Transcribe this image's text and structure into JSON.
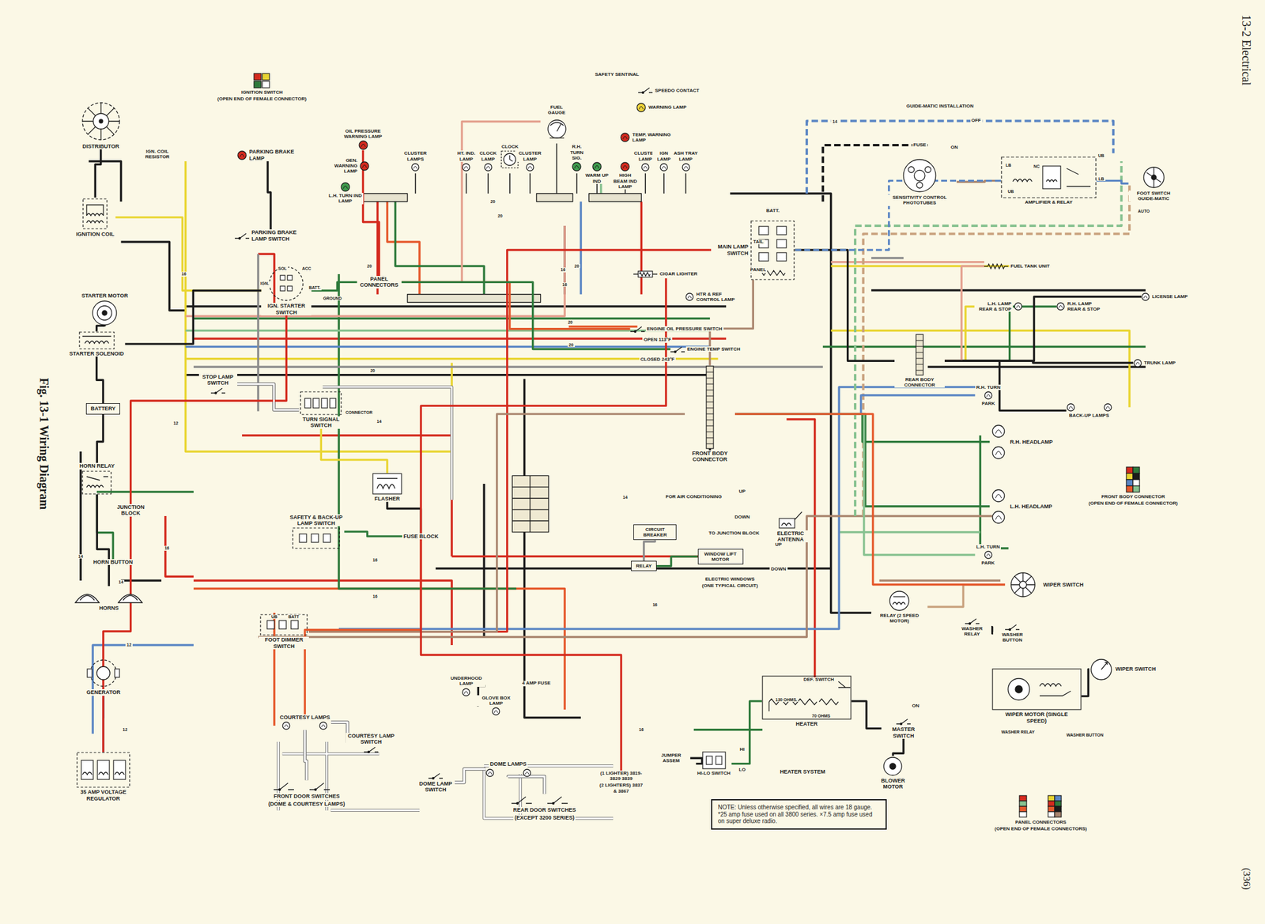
{
  "diagram": {
    "caption": "Fig. 13-1 Wiring Diagram",
    "nodes": [
      {
        "text": [
          "DISTRIBUTOR"
        ]
      },
      {
        "text": [
          "IGNITION COIL"
        ]
      },
      {
        "text": [
          "STARTER MOTOR"
        ]
      },
      {
        "text": [
          "STARTER SOLENOID"
        ]
      },
      {
        "text": [
          "BATTERY"
        ]
      },
      {
        "text": [
          "HORN RELAY"
        ]
      },
      {
        "text": [
          "JUNCTION BLOCK"
        ]
      },
      {
        "text": [
          "HORN BUTTON"
        ]
      },
      {
        "text": [
          "HORNS"
        ]
      },
      {
        "text": [
          "GENERATOR"
        ]
      },
      {
        "text": [
          "35 AMP VOLTAGE REGULATOR"
        ]
      },
      {
        "text": [
          "IGNITION SWITCH",
          "(OPEN END OF FEMALE CONNECTOR)"
        ]
      },
      {
        "text": [
          "PARKING BRAKE LAMP"
        ]
      },
      {
        "text": [
          "PARKING BRAKE LAMP SWITCH"
        ]
      },
      {
        "text": [
          "IGN. STARTER SWITCH"
        ]
      },
      {
        "text": [
          "STOP LAMP SWITCH"
        ]
      },
      {
        "text": [
          "TURN SIGNAL SWITCH"
        ]
      },
      {
        "text": [
          "SAFETY & BACK-UP LAMP SWITCH"
        ]
      },
      {
        "text": [
          "FOOT DIMMER SWITCH"
        ]
      },
      {
        "text": [
          "PANEL CONNECTORS"
        ]
      },
      {
        "text": [
          "FLASHER"
        ]
      },
      {
        "text": [
          "FUSE BLOCK"
        ]
      },
      {
        "text": [
          "OIL PRESSURE WARNING LAMP"
        ]
      },
      {
        "text": [
          "GEN. WARNING LAMP"
        ]
      },
      {
        "text": [
          "L.H. TURN IND LAMP"
        ]
      },
      {
        "text": [
          "CLUSTER LAMPS"
        ]
      },
      {
        "text": [
          "HT. IND. LAMP"
        ]
      },
      {
        "text": [
          "CLOCK LAMP"
        ]
      },
      {
        "text": [
          "CLOCK"
        ]
      },
      {
        "text": [
          "CLUSTER LAMP"
        ]
      },
      {
        "text": [
          "FUEL GAUGE"
        ]
      },
      {
        "text": [
          "R.H. TURN SIG."
        ]
      },
      {
        "text": [
          "WARM UP IND"
        ]
      },
      {
        "text": [
          "HIGH BEAM IND LAMP"
        ]
      },
      {
        "text": [
          "TEMP. WARNING LAMP"
        ]
      },
      {
        "text": [
          "CLUSTER LAMP"
        ]
      },
      {
        "text": [
          "IGN LAMP"
        ]
      },
      {
        "text": [
          "ASH TRAY LAMP"
        ]
      },
      {
        "text": [
          "SPEEDO CONTACT"
        ]
      },
      {
        "text": [
          "WARNING LAMP"
        ]
      },
      {
        "text": [
          "CIGAR LIGHTER"
        ]
      },
      {
        "text": [
          "HTR & REF CONTROL LAMP"
        ]
      },
      {
        "text": [
          "ENGINE OIL PRESSURE SWITCH"
        ]
      },
      {
        "text": [
          "ENGINE TEMP SWITCH"
        ]
      },
      {
        "text": [
          "MAIN LAMP SWITCH"
        ]
      },
      {
        "text": [
          "FRONT BODY CONNECTOR"
        ]
      },
      {
        "text": [
          "ELECTRIC ANTENNA"
        ]
      },
      {
        "text": [
          "CIRCUIT BREAKER"
        ]
      },
      {
        "text": [
          "RELAY"
        ]
      },
      {
        "text": [
          "WINDOW LIFT MOTOR"
        ]
      },
      {
        "text": [
          "ELECTRIC WINDOWS",
          "(ONE TYPICAL CIRCUIT)"
        ]
      },
      {
        "text": [
          "UNDERHOOD LAMP"
        ]
      },
      {
        "text": [
          "GLOVE BOX LAMP"
        ]
      },
      {
        "text": [
          "COURTESY LAMPS"
        ]
      },
      {
        "text": [
          "COURTESY LAMP SWITCH"
        ]
      },
      {
        "text": [
          "FRONT DOOR SWITCHES",
          "(DOME & COURTESY LAMPS)"
        ]
      },
      {
        "text": [
          "DOME LAMPS"
        ]
      },
      {
        "text": [
          "DOME LAMP SWITCH"
        ]
      },
      {
        "text": [
          "REAR DOOR SWITCHES",
          "(EXCEPT 3200 SERIES)"
        ]
      },
      {
        "text": [
          "(1 LIGHTER) 3819-3829 3839",
          "(2 LIGHTERS) 3837 & 3867"
        ]
      },
      {
        "text": [
          "JUMPER ASSEM"
        ]
      },
      {
        "text": [
          "HI-LO SWITCH"
        ]
      },
      {
        "text": [
          "HEATER"
        ]
      },
      {
        "text": [
          "MASTER SWITCH"
        ]
      },
      {
        "text": [
          "BLOWER MOTOR"
        ]
      },
      {
        "text": [
          "NOTE: Unless otherwise specified, all wires are 18 gauge. *25 amp fuse used on all 3800 series. ×7.5 amp fuse used on super deluxe radio."
        ]
      },
      {
        "text": [
          "SENSITIVITY CONTROL PHOTOTUBES"
        ]
      },
      {
        "text": [
          "AMPLIFIER & RELAY"
        ]
      },
      {
        "text": [
          "FOOT SWITCH GUIDE-MATIC"
        ]
      },
      {
        "text": [
          "FUEL TANK UNIT"
        ]
      },
      {
        "text": [
          "L.H. LAMP REAR & STOP"
        ]
      },
      {
        "text": [
          "R.H. LAMP REAR & STOP"
        ]
      },
      {
        "text": [
          "LICENSE LAMP"
        ]
      },
      {
        "text": [
          "REAR BODY CONNECTOR"
        ]
      },
      {
        "text": [
          "TRUNK LAMP"
        ]
      },
      {
        "text": [
          "R.H. TURN",
          "PARK"
        ]
      },
      {
        "text": [
          "BACK-UP LAMPS"
        ]
      },
      {
        "text": [
          "R.H. HEADLAMP"
        ]
      },
      {
        "text": [
          "L.H. HEADLAMP"
        ]
      },
      {
        "text": [
          "L.H. TURN",
          "PARK"
        ]
      },
      {
        "text": [
          "FRONT BODY CONNECTOR",
          "(OPEN END OF FEMALE CONNECTOR)"
        ]
      },
      {
        "text": [
          "WIPER SWITCH"
        ]
      },
      {
        "text": [
          "RELAY (2 SPEED MOTOR)"
        ]
      },
      {
        "text": [
          "WASHER RELAY"
        ]
      },
      {
        "text": [
          "WASHER BUTTON"
        ]
      },
      {
        "text": [
          "WIPER MOTOR (SINGLE SPEED)"
        ]
      },
      {
        "text": [
          "WIPER SWITCH"
        ]
      },
      {
        "text": [
          "PANEL CONNECTORS",
          "(OPEN END OF FEMALE CONNECTORS)"
        ]
      }
    ],
    "edges": [
      {
        "from": 0,
        "to": 1,
        "arrow": "none"
      },
      {
        "from": 1,
        "to": 14,
        "arrow": "none"
      },
      {
        "from": 2,
        "to": 3,
        "arrow": "none"
      },
      {
        "from": 3,
        "to": 4,
        "arrow": "none"
      },
      {
        "from": 4,
        "to": 5,
        "arrow": "none"
      },
      {
        "from": 5,
        "to": 7,
        "arrow": "none"
      },
      {
        "from": 5,
        "to": 8,
        "arrow": "none"
      },
      {
        "from": 6,
        "to": 14,
        "arrow": "none"
      },
      {
        "from": 9,
        "to": 10,
        "arrow": "none"
      },
      {
        "from": 10,
        "to": 6,
        "arrow": "none"
      },
      {
        "from": 3,
        "to": 14,
        "arrow": "none"
      },
      {
        "from": 14,
        "to": 19,
        "arrow": "none"
      },
      {
        "from": 15,
        "to": 16,
        "arrow": "none"
      },
      {
        "from": 16,
        "to": 20,
        "arrow": "none"
      },
      {
        "from": 20,
        "to": 21,
        "arrow": "none"
      },
      {
        "from": 21,
        "to": 17,
        "arrow": "none"
      },
      {
        "from": 18,
        "to": 44,
        "arrow": "none"
      },
      {
        "from": 18,
        "to": 45,
        "arrow": "none"
      },
      {
        "from": 44,
        "to": 73,
        "arrow": "none"
      },
      {
        "from": 73,
        "to": 70,
        "arrow": "none"
      },
      {
        "from": 73,
        "to": 71,
        "arrow": "none"
      },
      {
        "from": 73,
        "to": 72,
        "arrow": "none"
      },
      {
        "from": 73,
        "to": 74,
        "arrow": "none"
      },
      {
        "from": 73,
        "to": 69,
        "arrow": "none"
      },
      {
        "from": 45,
        "to": 77,
        "arrow": "none"
      },
      {
        "from": 45,
        "to": 78,
        "arrow": "none"
      },
      {
        "from": 45,
        "to": 75,
        "arrow": "none"
      },
      {
        "from": 45,
        "to": 79,
        "arrow": "none"
      },
      {
        "from": 19,
        "to": 30,
        "arrow": "none"
      },
      {
        "from": 19,
        "to": 42,
        "arrow": "none"
      },
      {
        "from": 19,
        "to": 43,
        "arrow": "none"
      },
      {
        "from": 21,
        "to": 40,
        "arrow": "none"
      },
      {
        "from": 21,
        "to": 53,
        "arrow": "none"
      },
      {
        "from": 53,
        "to": 55,
        "arrow": "none"
      },
      {
        "from": 54,
        "to": 53,
        "arrow": "none"
      },
      {
        "from": 56,
        "to": 58,
        "arrow": "none"
      },
      {
        "from": 57,
        "to": 56,
        "arrow": "none"
      },
      {
        "from": 51,
        "to": 52,
        "arrow": "none"
      },
      {
        "from": 21,
        "to": 59,
        "arrow": "none"
      },
      {
        "from": 62,
        "to": 61,
        "arrow": "none"
      },
      {
        "from": 63,
        "to": 64,
        "arrow": "none"
      },
      {
        "from": 61,
        "to": 60,
        "arrow": "none"
      },
      {
        "from": 48,
        "to": 47,
        "arrow": "none"
      },
      {
        "from": 48,
        "to": 49,
        "arrow": "none"
      },
      {
        "from": 82,
        "to": 81,
        "arrow": "none"
      },
      {
        "from": 83,
        "to": 84,
        "arrow": "none"
      },
      {
        "from": 85,
        "to": 86,
        "arrow": "none"
      },
      {
        "from": 66,
        "to": 67,
        "arrow": "none"
      },
      {
        "from": 67,
        "to": 68,
        "arrow": "none"
      },
      {
        "from": 67,
        "to": 44,
        "arrow": "none"
      },
      {
        "from": 73,
        "to": 76,
        "arrow": "none"
      },
      {
        "from": 12,
        "to": 13,
        "arrow": "none"
      },
      {
        "from": 62,
        "to": 63,
        "arrow": "none"
      },
      {
        "from": 45,
        "to": 81,
        "arrow": "none"
      },
      {
        "from": 44,
        "to": 45,
        "arrow": "none"
      },
      {
        "from": 22,
        "to": 19,
        "arrow": "none"
      }
    ],
    "labels": [
      "13-2 Electrical",
      "(336)",
      "IGN. COIL RESISTOR",
      "SAFETY SENTINAL",
      "OPEN 113°F",
      "CLOSED 243°F",
      "TO JUNCTION BLOCK",
      "4 AMP FUSE",
      "FOR AIR CONDITIONING",
      "UP",
      "DOWN",
      "UP",
      "DOWN",
      "HI",
      "LO",
      "ON",
      "FUSE",
      "ON",
      "OFF",
      "LB",
      "UB",
      "NC",
      "UB",
      "LB",
      "AUTO",
      "TAIL",
      "PANEL",
      "BATT.",
      "SOL",
      "ACC",
      "IGN.",
      "BATT.",
      "GROUND",
      "CONNECTOR",
      "130 OHMS.",
      "70 OHMS",
      "DEF. SWITCH",
      "HEATER SYSTEM",
      "WASHER RELAY",
      "WASHER BUTTON",
      "GUIDE-MATIC INSTALLATION",
      "BATT",
      "UB",
      "16",
      "12",
      "16",
      "14",
      "14",
      "12",
      "12",
      "20",
      "20",
      "20",
      "20",
      "16",
      "16",
      "20",
      "20",
      "14",
      "14",
      "16",
      "16",
      "16",
      "16",
      "20",
      "14"
    ]
  }
}
